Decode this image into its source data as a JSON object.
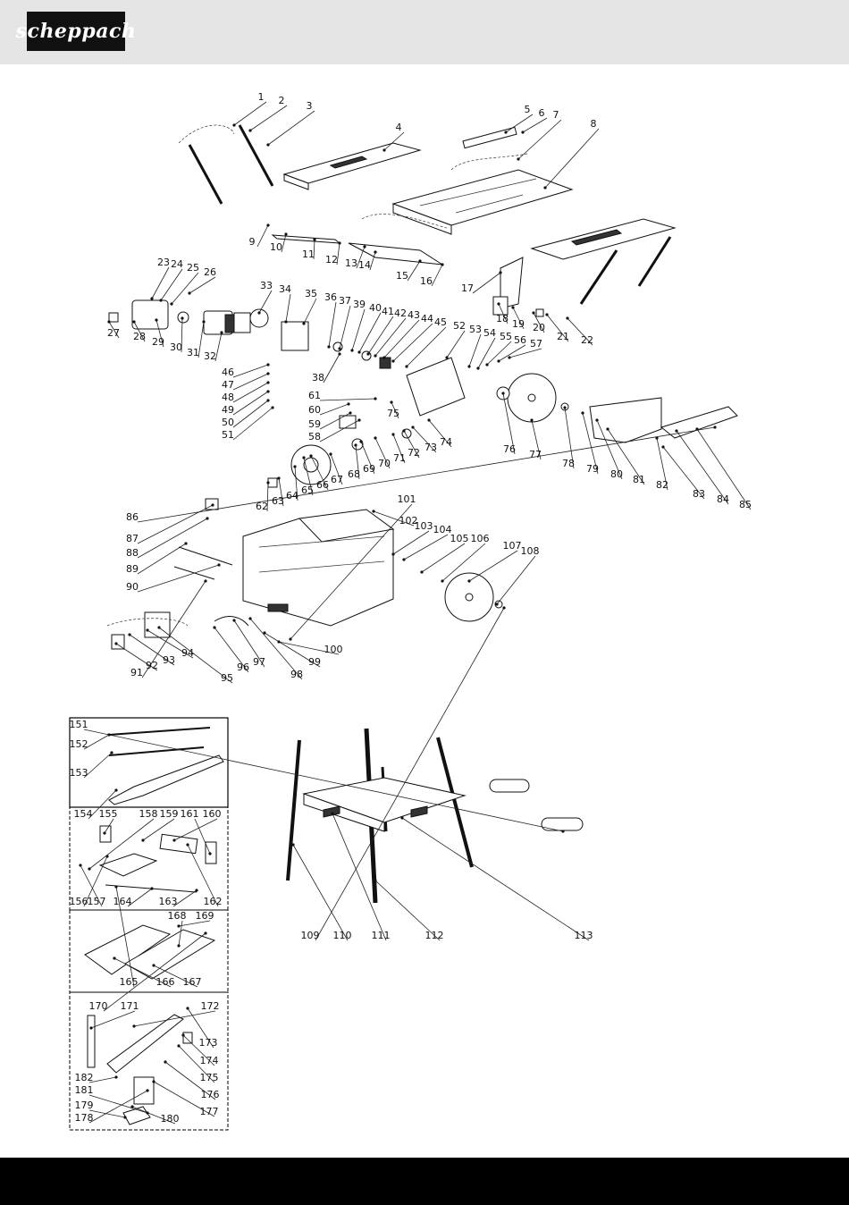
{
  "brand": {
    "name": "scheppach",
    "color": "#111111",
    "header_bg": "#e5e5e5"
  },
  "labels": [
    "1",
    "2",
    "3",
    "4",
    "5",
    "6",
    "7",
    "8",
    "9",
    "10",
    "11",
    "12",
    "13",
    "14",
    "15",
    "16",
    "17",
    "18",
    "19",
    "20",
    "21",
    "22",
    "23",
    "24",
    "25",
    "26",
    "27",
    "28",
    "29",
    "30",
    "31",
    "32",
    "33",
    "34",
    "35",
    "36",
    "37",
    "38",
    "39",
    "40",
    "41",
    "42",
    "43",
    "44",
    "45",
    "46",
    "47",
    "48",
    "49",
    "50",
    "51",
    "52",
    "53",
    "54",
    "55",
    "56",
    "57",
    "58",
    "59",
    "60",
    "61",
    "62",
    "63",
    "64",
    "65",
    "66",
    "67",
    "68",
    "69",
    "70",
    "71",
    "72",
    "73",
    "74",
    "75",
    "76",
    "77",
    "78",
    "79",
    "80",
    "81",
    "82",
    "83",
    "84",
    "85",
    "86",
    "87",
    "88",
    "89",
    "90",
    "91",
    "92",
    "93",
    "94",
    "95",
    "96",
    "97",
    "98",
    "99",
    "100",
    "101",
    "102",
    "103",
    "104",
    "105",
    "106",
    "107",
    "108",
    "109",
    "110",
    "111",
    "112",
    "113",
    "151",
    "152",
    "153",
    "154",
    "155",
    "156",
    "157",
    "158",
    "159",
    "160",
    "161",
    "162",
    "163",
    "164",
    "165",
    "166",
    "167",
    "168",
    "169",
    "170",
    "171",
    "172",
    "173",
    "174",
    "175",
    "176",
    "177",
    "178",
    "179",
    "180",
    "181",
    "182"
  ]
}
